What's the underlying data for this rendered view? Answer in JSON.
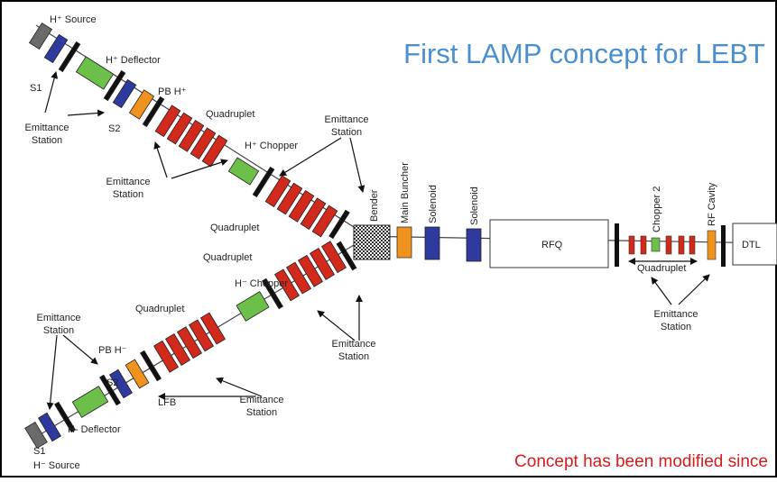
{
  "title": "First LAMP concept for LEBT",
  "note": "Concept has been modified since",
  "colors": {
    "source": "#6a6a6a",
    "quad": "#2e3a9e",
    "deflector": "#6cc04a",
    "pb": "#f0921e",
    "red": "#d12a1c",
    "title": "#4a90d0",
    "note": "#d81b1b"
  },
  "labels": {
    "h_plus_source": "H⁺ Source",
    "h_plus_deflector": "H⁺ Deflector",
    "s1_top": "S1",
    "s2_top": "S2",
    "pb_h_plus": "PB H⁺",
    "quadruplet_top": "Quadruplet",
    "h_plus_chopper": "H⁺ Chopper",
    "emittance_station_1": "Emittance\nStation",
    "emittance_station_2": "Emittance\nStation",
    "emittance_station_3": "Emittance\nStation",
    "quadruplet_mid": "Quadruplet",
    "quadruplet_low": "Quadruplet",
    "bender": "Bender",
    "main_buncher": "Main Buncher",
    "solenoid_1": "Solenoid",
    "solenoid_2": "Solenoid",
    "rfq": "RFQ",
    "chopper_2": "Chopper 2",
    "rf_cavity": "RF Cavity",
    "dtl": "DTL",
    "quadruplet_right": "Quadruplet",
    "emittance_station_right": "Emittance\nStation",
    "h_minus_chopper": "H⁻ Chopper",
    "quadruplet_bottom": "Quadruplet",
    "emittance_station_4": "Emittance\nStation",
    "emittance_station_5": "Emittance\nStation",
    "emittance_station_6": "Emittance\nStation",
    "pb_h_minus": "PB H⁻",
    "s2_bottom": "S2",
    "lfb": "LFB",
    "h_minus_deflector": "H- Deflector",
    "s1_bottom": "S1",
    "h_minus_source": "H⁻ Source"
  }
}
